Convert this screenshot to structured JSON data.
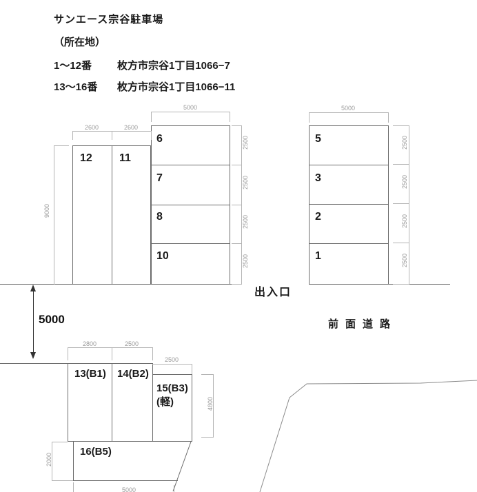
{
  "title": "サンエース宗谷駐車場",
  "location_heading": "（所在地）",
  "addresses": [
    {
      "range": "1〜12番",
      "address": "枚方市宗谷1丁目1066−7"
    },
    {
      "range": "13〜16番",
      "address": "枚方市宗谷1丁目1066−11"
    }
  ],
  "labels": {
    "entrance": "出入口",
    "front_road": "前面道路",
    "gap_width": "5000"
  },
  "spaces": {
    "upper_left": [
      "12",
      "11"
    ],
    "upper_mid": [
      "6",
      "7",
      "8",
      "10"
    ],
    "upper_right": [
      "5",
      "3",
      "2",
      "1"
    ],
    "lower_left": [
      "13(B1)",
      "14(B2)"
    ],
    "kei_line1": "15(B3)",
    "kei_line2": "(軽)",
    "space16": "16(B5)"
  },
  "dims": {
    "upper_left_widths": [
      "2600",
      "2600"
    ],
    "upper_left_height": "9000",
    "upper_mid_width": "5000",
    "upper_mid_heights": [
      "2500",
      "2500",
      "2500",
      "2500"
    ],
    "upper_right_width": "5000",
    "upper_right_heights": [
      "2500",
      "2500",
      "2500",
      "2500"
    ],
    "lower_widths": [
      "2800",
      "2500"
    ],
    "kei_width": "2500",
    "kei_height": "4800",
    "space16_height": "2000",
    "bottom_width": "5000"
  },
  "colors": {
    "outline": "#6b6b6b",
    "dimension_line": "#b4b4b4",
    "dimension_text": "#9a9a9a",
    "text": "#1a1a1a"
  }
}
